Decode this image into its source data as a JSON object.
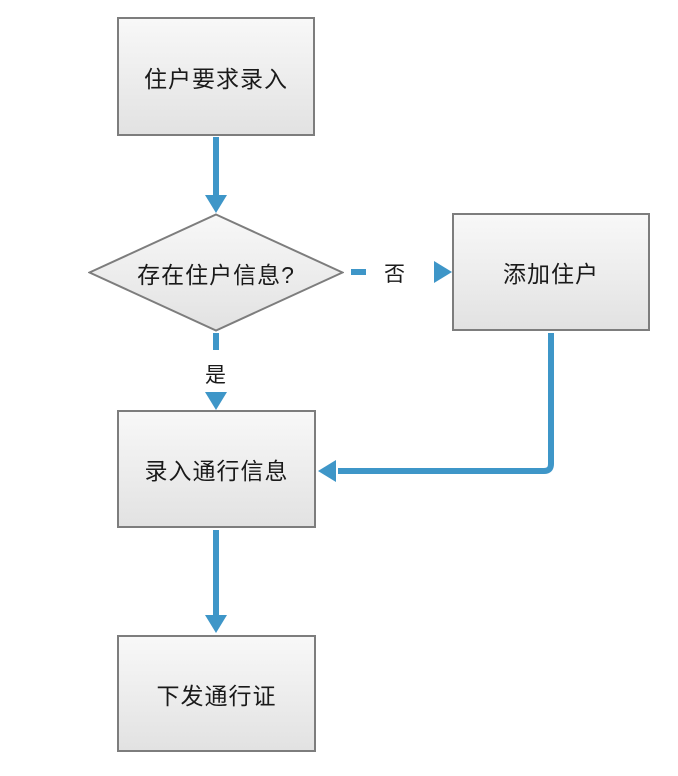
{
  "flowchart": {
    "title": "resident-pass-entry-flow",
    "nodes": {
      "start": {
        "label": "住户要求录入",
        "type": "process"
      },
      "decision": {
        "label": "存在住户信息?",
        "type": "decision"
      },
      "add_resident": {
        "label": "添加住户",
        "type": "process"
      },
      "enter_access": {
        "label": "录入通行信息",
        "type": "process"
      },
      "issue_pass": {
        "label": "下发通行证",
        "type": "process"
      }
    },
    "edge_labels": {
      "no": "否",
      "yes": "是"
    },
    "colors": {
      "arrow": "#3e96c8",
      "node_border": "#7d7d7d",
      "node_fill_top": "#f8f8f8",
      "node_fill_bottom": "#e2e2e2",
      "text": "#1a1a1a",
      "background": "#ffffff"
    }
  }
}
